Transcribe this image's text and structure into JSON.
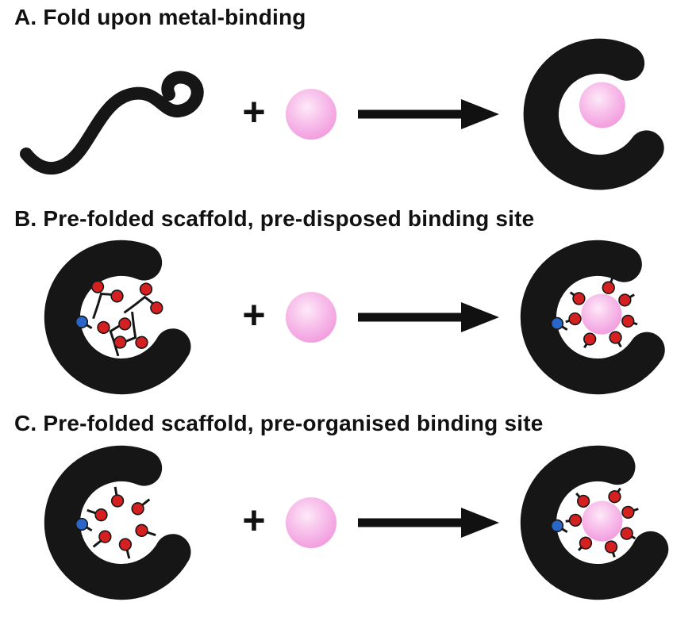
{
  "figure": {
    "panels": [
      {
        "label": "A",
        "title": "A. Fold upon metal-binding"
      },
      {
        "label": "B",
        "title": "B. Pre-folded scaffold, pre-disposed binding site"
      },
      {
        "label": "C",
        "title": "C. Pre-folded scaffold, pre-organised binding site"
      }
    ],
    "symbols": {
      "plus": "+"
    },
    "glyphs": {
      "black_ribbon": "protein-scaffold",
      "squiggle": "unfolded-peptide",
      "pink_sphere": "metal-ion",
      "red_dot": "oxygen-donor",
      "blue_dot": "nitrogen-donor",
      "black_arrow": "reaction-arrow"
    },
    "colors": {
      "scaffold": "#161616",
      "metal_ion": "#f29add",
      "metal_ion_highlight": "#fdeaf8",
      "oxygen_donor": "#d42020",
      "nitrogen_donor": "#2a66c8",
      "bond": "#161616",
      "background": "#ffffff"
    }
  }
}
